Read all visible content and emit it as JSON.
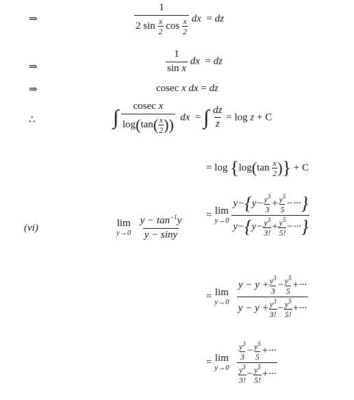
{
  "symbols": {
    "implies": "⇒",
    "therefore": "∴",
    "equals": "=",
    "integral": "∫",
    "minus": "−",
    "plus": "+"
  },
  "step1": {
    "numerator": "1",
    "denominator_coeff": "2 sin",
    "cos": "cos",
    "x": "x",
    "two": "2",
    "dx": "dx",
    "rhs": "dz"
  },
  "step2": {
    "numerator": "1",
    "denominator": "sin",
    "x": "x",
    "dx": "dx",
    "rhs": "dz"
  },
  "step3": {
    "lhs": "cosec",
    "x": "x",
    "dx": "dx",
    "rhs": "dz"
  },
  "step4": {
    "num_func": "cosec",
    "x": "x",
    "log": "log",
    "tan": "tan",
    "two": "2",
    "dx": "dx",
    "dz": "dz",
    "z": "z",
    "result_log": "log",
    "result_z": "z",
    "constant": "C"
  },
  "step5": {
    "log": "log",
    "inner_log": "log",
    "tan": "tan",
    "x": "x",
    "two": "2",
    "constant": "C"
  },
  "part_vi": {
    "label": "(vi)",
    "lim": "lim",
    "lim_sub": "y→0",
    "lhs_num": "y − tan",
    "lhs_num_sup": "−1",
    "lhs_num_end": "y",
    "lhs_den": "y − siny",
    "y": "y",
    "minus_brace": "y−",
    "cube": "3",
    "fifth": "5",
    "three": "3",
    "five": "5",
    "three_fact": "3!",
    "five_fact": "5!",
    "ellipsis": "···",
    "y_minus_y_plus": "y − y +"
  }
}
